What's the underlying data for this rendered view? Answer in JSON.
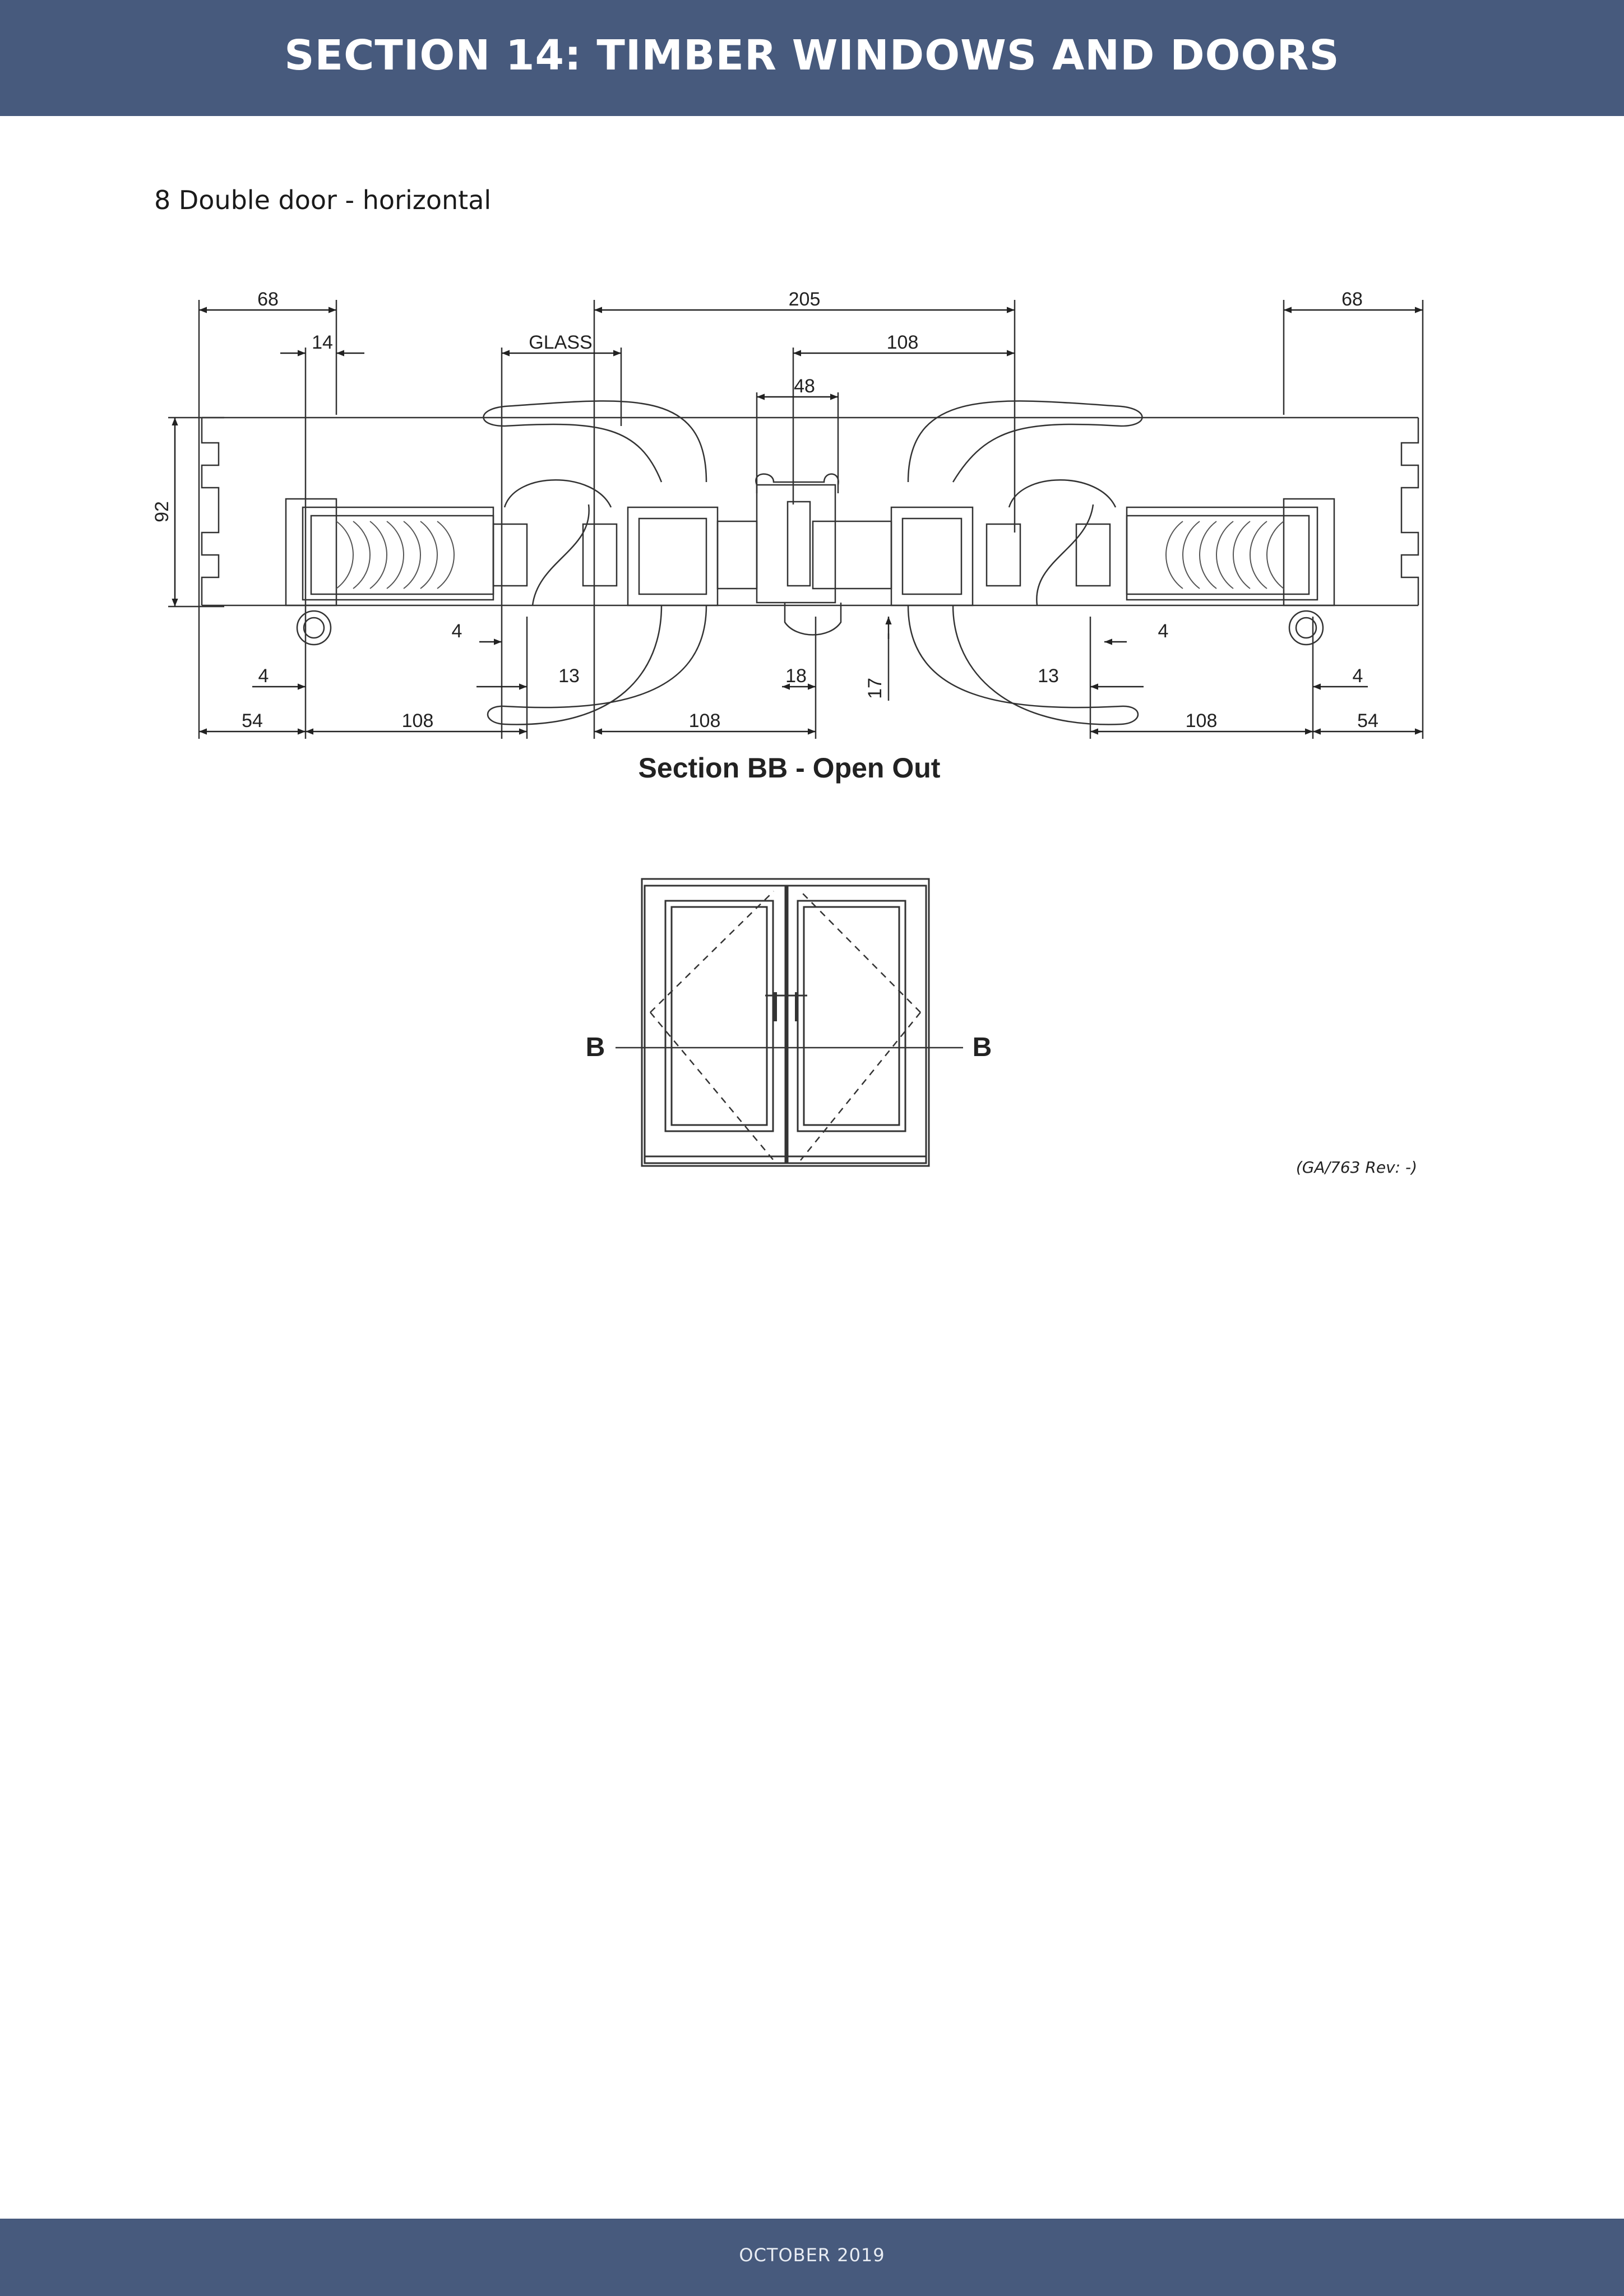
{
  "header": {
    "title": "SECTION 14: TIMBER WINDOWS AND DOORS"
  },
  "subtitle": "8 Double door - horizontal",
  "section_drawing": {
    "caption": "Section BB - Open Out",
    "labels": {
      "top_left_68": "68",
      "top_14": "14",
      "glass": "GLASS",
      "top_205": "205",
      "top_108": "108",
      "top_48": "48",
      "top_right_68": "68",
      "left_92": "92",
      "left_4": "4",
      "left_inner_4": "4",
      "left_13": "13",
      "mid_18": "18",
      "mid_17": "17",
      "right_13": "13",
      "right_inner_4": "4",
      "right_4": "4",
      "bottom_54_left": "54",
      "bottom_108_a": "108",
      "bottom_108_b": "108",
      "bottom_108_c": "108",
      "bottom_54_right": "54"
    }
  },
  "elevation": {
    "marker_left": "B",
    "marker_right": "B",
    "reference": "(GA/763 Rev: -)"
  },
  "footer": {
    "date": "OCTOBER 2019"
  }
}
